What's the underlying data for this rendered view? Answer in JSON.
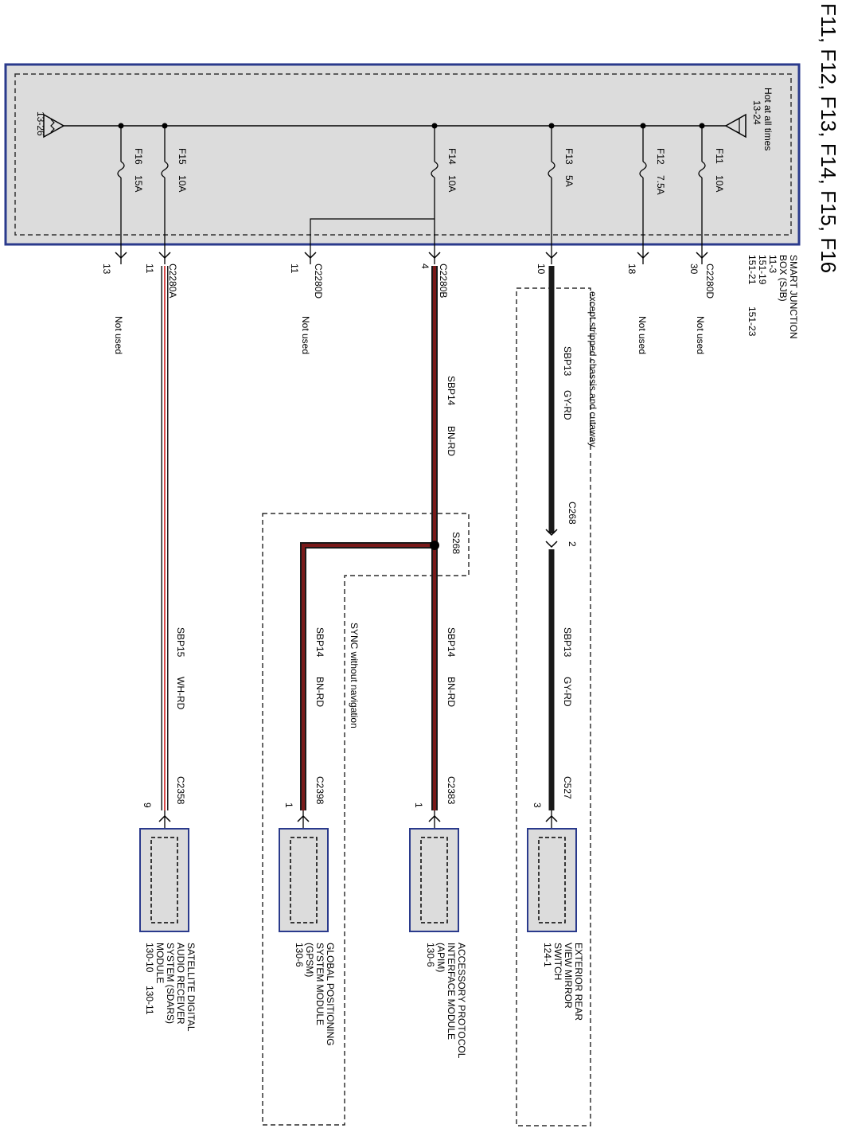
{
  "title": "F11, F12, F13, F14, F15, F16",
  "sjb": {
    "name_line1": "SMART JUNCTION",
    "name_line2": "BOX (SJB)",
    "refs": [
      "11-3",
      "151-19",
      "151-21",
      "151-23"
    ],
    "hot_label": "Hot at all times",
    "hot_ref": "13-24",
    "ground_ref": "13-26"
  },
  "fuses": {
    "f11": {
      "name": "F11",
      "rating": "10A"
    },
    "f12": {
      "name": "F12",
      "rating": "7.5A"
    },
    "f13": {
      "name": "F13",
      "rating": "5A"
    },
    "f14": {
      "name": "F14",
      "rating": "10A"
    },
    "f15": {
      "name": "F15",
      "rating": "10A"
    },
    "f16": {
      "name": "F16",
      "rating": "15A"
    }
  },
  "pins": {
    "p30": {
      "pin": "30",
      "connector": "C2280D",
      "note": "Not used"
    },
    "p18": {
      "pin": "18",
      "note": "Not used"
    },
    "p10": {
      "pin": "10"
    },
    "p4": {
      "pin": "4",
      "connector": "C2280B"
    },
    "p11d": {
      "pin": "11",
      "connector": "C2280D",
      "note": "Not used"
    },
    "p11a": {
      "pin": "11",
      "connector": "C2280A"
    },
    "p13": {
      "pin": "13",
      "note": "Not used"
    }
  },
  "option_notes": {
    "except_stripped": "except stripped chassis and cutaway",
    "sync": "SYNC without navigation"
  },
  "circuits": {
    "sbp13_a": {
      "circuit": "SBP13",
      "color": "GY-RD"
    },
    "sbp13_b": {
      "circuit": "SBP13",
      "color": "GY-RD"
    },
    "sbp14_a": {
      "circuit": "SBP14",
      "color": "BN-RD"
    },
    "sbp14_b": {
      "circuit": "SBP14",
      "color": "BN-RD"
    },
    "sbp14_c": {
      "circuit": "SBP14",
      "color": "BN-RD"
    },
    "sbp15": {
      "circuit": "SBP15",
      "color": "WH-RD"
    }
  },
  "inline_connector": "C268",
  "inline_pin": "2",
  "splice": "S268",
  "module_connectors": {
    "c527": {
      "connector": "C527",
      "pin": "3"
    },
    "c2383": {
      "connector": "C2383",
      "pin": "1"
    },
    "c2398": {
      "connector": "C2398",
      "pin": "1"
    },
    "c2358": {
      "connector": "C2358",
      "pin": "9"
    }
  },
  "modules": {
    "mirror": {
      "lines": [
        "EXTERIOR REAR",
        "VIEW MIRROR",
        "SWITCH",
        "124-1"
      ]
    },
    "apim": {
      "lines": [
        "ACCESSORY PROTOCOL",
        "INTERFACE MODULE",
        "(APIM)",
        "130-6"
      ]
    },
    "gpsm": {
      "lines": [
        "GLOBAL POSITIONING",
        "SYSTEM MODULE",
        "(GPSM)",
        "130-6"
      ]
    },
    "sdars": {
      "lines": [
        "SATELLITE DIGITAL",
        "AUDIO RECEIVER",
        "SYSTEM (SDARS)",
        "MODULE",
        "130-10     130-11"
      ]
    }
  },
  "colors": {
    "bn_rd": "#5a1414",
    "gy_rd": "#1a1a1a",
    "wh_rd_stripe": "#cc1e1e",
    "box_border": "#2a3a8c",
    "box_fill": "#dcdcdc"
  }
}
